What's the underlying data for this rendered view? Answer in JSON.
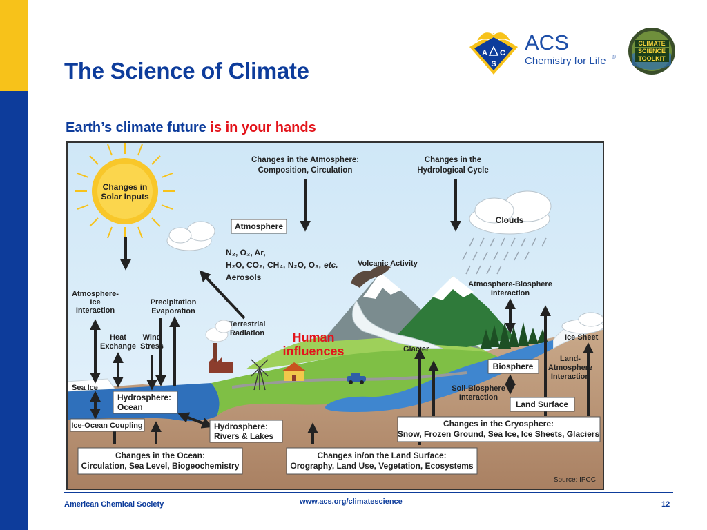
{
  "slide": {
    "title": "The Science of Climate",
    "subtitle_part1": "Earth’s climate future ",
    "subtitle_part2": "is in your hands",
    "footer_org": "American Chemical Society",
    "footer_url": "www.acs.org/climatescience",
    "page_number": "12",
    "colors": {
      "brand_blue": "#0d3c9b",
      "accent_gold": "#f7c21a",
      "accent_red": "#e3141b"
    }
  },
  "logos": {
    "acs_name": "ACS",
    "acs_tagline": "Chemistry for Life",
    "acs_reg": "®",
    "acs_letters": [
      "A",
      "C",
      "S"
    ],
    "toolkit": [
      "CLIMATE",
      "SCIENCE",
      "TOOLKIT"
    ]
  },
  "diagram": {
    "solar": [
      "Changes in",
      "Solar Inputs"
    ],
    "atm_changes": [
      "Changes in the Atmosphere:",
      "Composition, Circulation"
    ],
    "hydro_changes": [
      "Changes in the",
      "Hydrological Cycle"
    ],
    "atmosphere": "Atmosphere",
    "clouds": "Clouds",
    "gases_line1": "N₂, O₂, Ar,",
    "gases_line2": "H₂O, CO₂, CH₄, N₂O, O₃,",
    "gases_etc": "etc.",
    "aerosols": "Aerosols",
    "volcanic": "Volcanic Activity",
    "atm_bio": [
      "Atmosphere-Biosphere",
      "Interaction"
    ],
    "atm_ice": [
      "Atmosphere-",
      "Ice",
      "Interaction"
    ],
    "precip": [
      "Precipitation",
      "Evaporation"
    ],
    "terrestrial": [
      "Terrestrial",
      "Radiation"
    ],
    "human": [
      "Human",
      "influences"
    ],
    "heat": [
      "Heat",
      "Exchange"
    ],
    "wind": [
      "Wind",
      "Stress"
    ],
    "glacier": "Glacier",
    "ice_sheet": "Ice Sheet",
    "land_atm": [
      "Land-",
      "Atmosphere",
      "Interaction"
    ],
    "biosphere": "Biosphere",
    "soil_bio": [
      "Soil-Biosphere",
      "Interaction"
    ],
    "land_surface": "Land Surface",
    "sea_ice": "Sea Ice",
    "hydro_ocean": [
      "Hydrosphere:",
      "Ocean"
    ],
    "ice_ocean": "Ice-Ocean Coupling",
    "hydro_rivers": [
      "Hydrosphere:",
      "Rivers & Lakes"
    ],
    "cryo": [
      "Changes in the Cryosphere:",
      "Snow, Frozen Ground, Sea Ice, Ice Sheets, Glaciers"
    ],
    "ocean_changes": [
      "Changes in the Ocean:",
      "Circulation, Sea Level, Biogeochemistry"
    ],
    "land_changes": [
      "Changes in/on the Land Surface:",
      "Orography, Land Use, Vegetation, Ecosystems"
    ],
    "source": "Source: IPCC"
  }
}
